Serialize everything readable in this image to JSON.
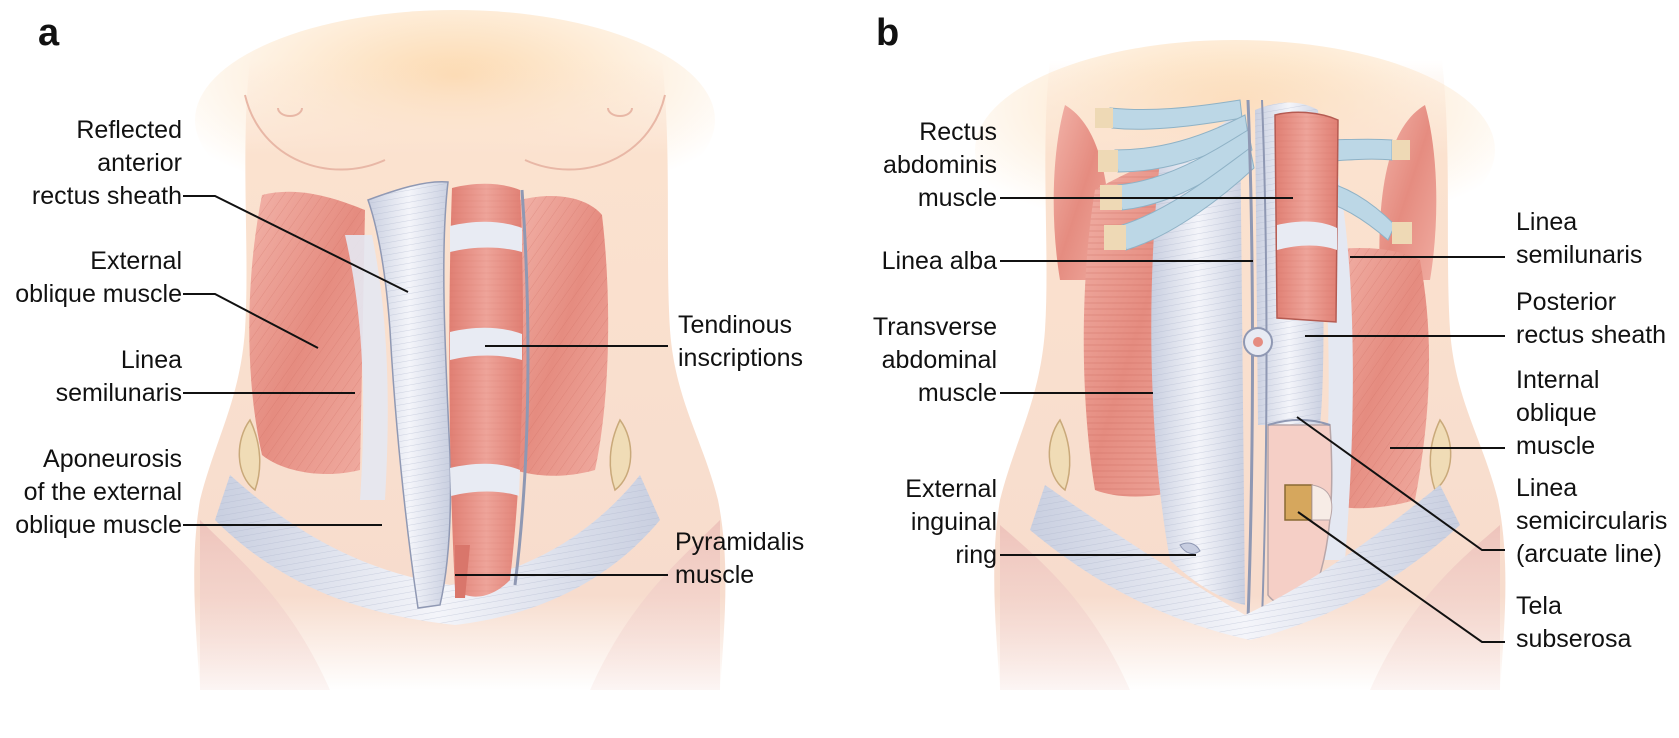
{
  "panels": {
    "a": {
      "letter": "a",
      "labels": {
        "reflected_anterior_rectus_sheath": [
          "Reflected",
          "anterior",
          "rectus sheath"
        ],
        "external_oblique_muscle": [
          "External",
          "oblique muscle"
        ],
        "linea_semilunaris": [
          "Linea",
          "semilunaris"
        ],
        "aponeurosis_external_oblique": [
          "Aponeurosis",
          "of the external",
          "oblique muscle"
        ],
        "tendinous_inscriptions": [
          "Tendinous",
          "inscriptions"
        ],
        "pyramidalis_muscle": [
          "Pyramidalis",
          "muscle"
        ]
      }
    },
    "b": {
      "letter": "b",
      "labels": {
        "rectus_abdominis_muscle": [
          "Rectus",
          "abdominis",
          "muscle"
        ],
        "linea_alba": [
          "Linea alba"
        ],
        "transverse_abdominal_muscle": [
          "Transverse",
          "abdominal",
          "muscle"
        ],
        "external_inguinal_ring": [
          "External",
          "inguinal",
          "ring"
        ],
        "linea_semilunaris": [
          "Linea",
          "semilunaris"
        ],
        "posterior_rectus_sheath": [
          "Posterior",
          "rectus sheath"
        ],
        "internal_oblique_muscle": [
          "Internal",
          "oblique",
          "muscle"
        ],
        "linea_semicircularis": [
          "Linea",
          "semicircularis",
          "(arcuate line)"
        ],
        "tela_subserosa": [
          "Tela",
          "subserosa"
        ]
      }
    }
  },
  "colors": {
    "skin": "#fbe3d2",
    "skin_glow": "#fcd9b0",
    "muscle": "#e99a8f",
    "muscle_dark": "#d9766b",
    "aponeurosis": "#e6e9f2",
    "aponeurosis_shade": "#b9c0d4",
    "cartilage": "#bcd7e6",
    "bone": "#eed9b5",
    "leader_line": "#111111"
  }
}
